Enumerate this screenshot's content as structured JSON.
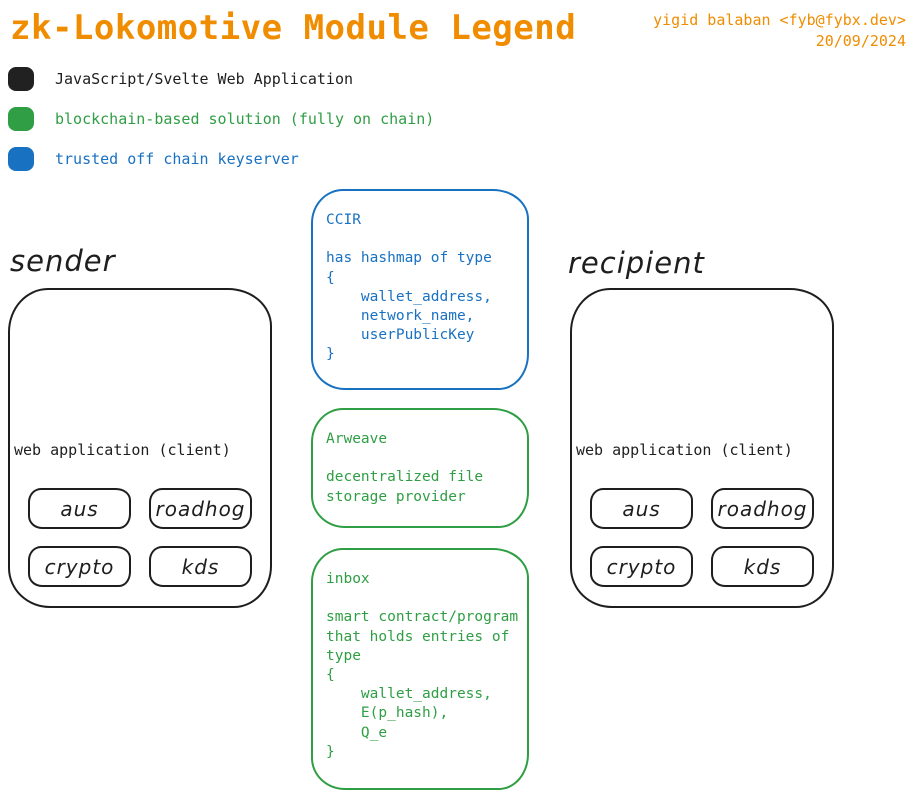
{
  "header": {
    "title": "zk-Lokomotive Module Legend",
    "author": "yigid balaban <fyb@fybx.dev>",
    "date": "20/09/2024"
  },
  "legend": {
    "items": [
      {
        "name": "web-application",
        "label": "JavaScript/Svelte Web Application",
        "color": "#212121"
      },
      {
        "name": "on-chain-solution",
        "label": "blockchain-based solution (fully on chain)",
        "color": "#2f9e44"
      },
      {
        "name": "keyserver",
        "label": "trusted off chain keyserver",
        "color": "#1971c2"
      }
    ]
  },
  "sender": {
    "label": "sender",
    "client_label": "web application (client)",
    "modules": [
      "aus",
      "roadhog",
      "crypto",
      "kds"
    ]
  },
  "recipient": {
    "label": "recipient",
    "client_label": "web application (client)",
    "modules": [
      "aus",
      "roadhog",
      "crypto",
      "kds"
    ]
  },
  "middle_boxes": [
    {
      "name": "ccir",
      "color": "#1971c2",
      "text": "CCIR\n\nhas hashmap of type\n{\n    wallet_address,\n    network_name,\n    userPublicKey\n}"
    },
    {
      "name": "arweave",
      "color": "#2f9e44",
      "text": "Arweave\n\ndecentralized file\nstorage provider"
    },
    {
      "name": "inbox",
      "color": "#2f9e44",
      "text": "inbox\n\nsmart contract/program\nthat holds entries of\ntype\n{\n    wallet_address,\n    E(p_hash),\n    Q_e\n}"
    }
  ],
  "colors": {
    "accent_orange": "#f08c00",
    "black": "#1e1e1e",
    "green": "#2f9e44",
    "blue": "#1971c2"
  }
}
